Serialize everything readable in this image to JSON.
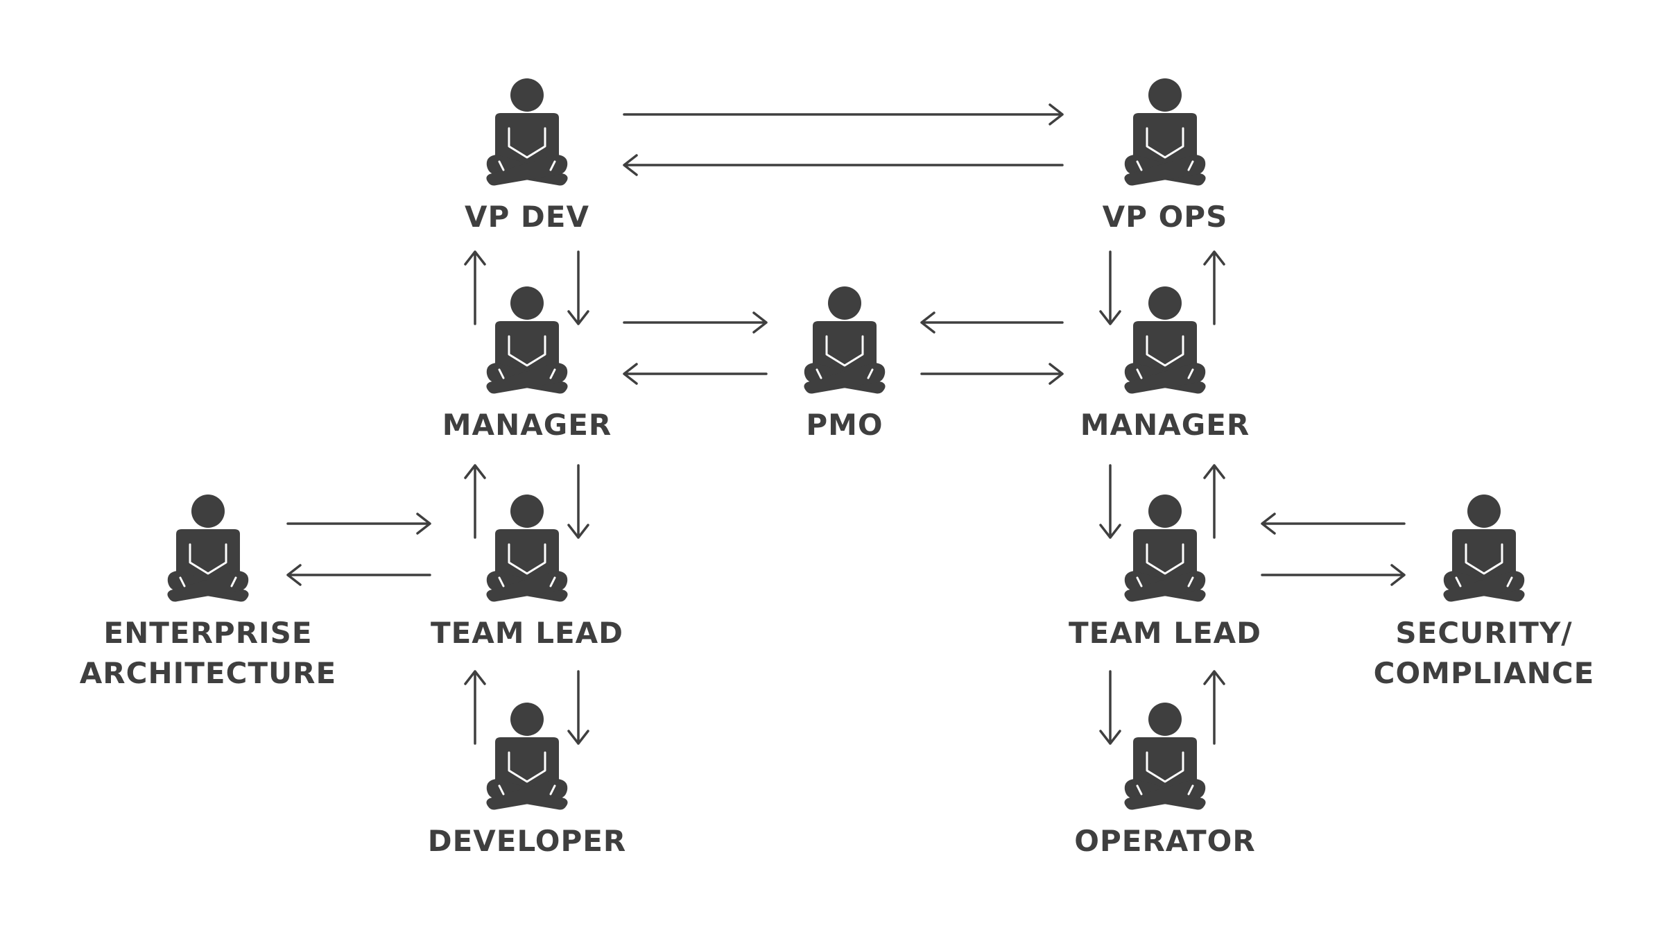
{
  "diagram": {
    "colors": {
      "ink": "#3f3f3f",
      "background": "#ffffff"
    },
    "roles": {
      "vp_dev": {
        "label": "VP DEV",
        "icon": "person-icon"
      },
      "vp_ops": {
        "label": "VP OPS",
        "icon": "person-icon"
      },
      "manager_dev": {
        "label": "MANAGER",
        "icon": "person-icon"
      },
      "pmo": {
        "label": "PMO",
        "icon": "person-icon"
      },
      "manager_ops": {
        "label": "MANAGER",
        "icon": "person-icon"
      },
      "enterprise_architecture": {
        "label_line1": "ENTERPRISE",
        "label_line2": "ARCHITECTURE",
        "icon": "person-icon"
      },
      "team_lead_dev": {
        "label": "TEAM LEAD",
        "icon": "person-icon"
      },
      "team_lead_ops": {
        "label": "TEAM LEAD",
        "icon": "person-icon"
      },
      "security_compliance": {
        "label_line1": "SECURITY/",
        "label_line2": "COMPLIANCE",
        "icon": "person-icon"
      },
      "developer": {
        "label": "DEVELOPER",
        "icon": "person-icon"
      },
      "operator": {
        "label": "OPERATOR",
        "icon": "person-icon"
      }
    },
    "connections": [
      {
        "from": "vp_dev",
        "to": "vp_ops"
      },
      {
        "from": "vp_ops",
        "to": "vp_dev"
      },
      {
        "from": "vp_dev",
        "to": "manager_dev"
      },
      {
        "from": "manager_dev",
        "to": "vp_dev"
      },
      {
        "from": "manager_dev",
        "to": "pmo"
      },
      {
        "from": "pmo",
        "to": "manager_dev"
      },
      {
        "from": "pmo",
        "to": "manager_ops"
      },
      {
        "from": "manager_ops",
        "to": "pmo"
      },
      {
        "from": "vp_ops",
        "to": "manager_ops"
      },
      {
        "from": "manager_ops",
        "to": "vp_ops"
      },
      {
        "from": "manager_dev",
        "to": "team_lead_dev"
      },
      {
        "from": "team_lead_dev",
        "to": "manager_dev"
      },
      {
        "from": "enterprise_architecture",
        "to": "team_lead_dev"
      },
      {
        "from": "team_lead_dev",
        "to": "enterprise_architecture"
      },
      {
        "from": "team_lead_dev",
        "to": "developer"
      },
      {
        "from": "developer",
        "to": "team_lead_dev"
      },
      {
        "from": "manager_ops",
        "to": "team_lead_ops"
      },
      {
        "from": "team_lead_ops",
        "to": "manager_ops"
      },
      {
        "from": "security_compliance",
        "to": "team_lead_ops"
      },
      {
        "from": "team_lead_ops",
        "to": "security_compliance"
      },
      {
        "from": "team_lead_ops",
        "to": "operator"
      },
      {
        "from": "operator",
        "to": "team_lead_ops"
      }
    ]
  }
}
